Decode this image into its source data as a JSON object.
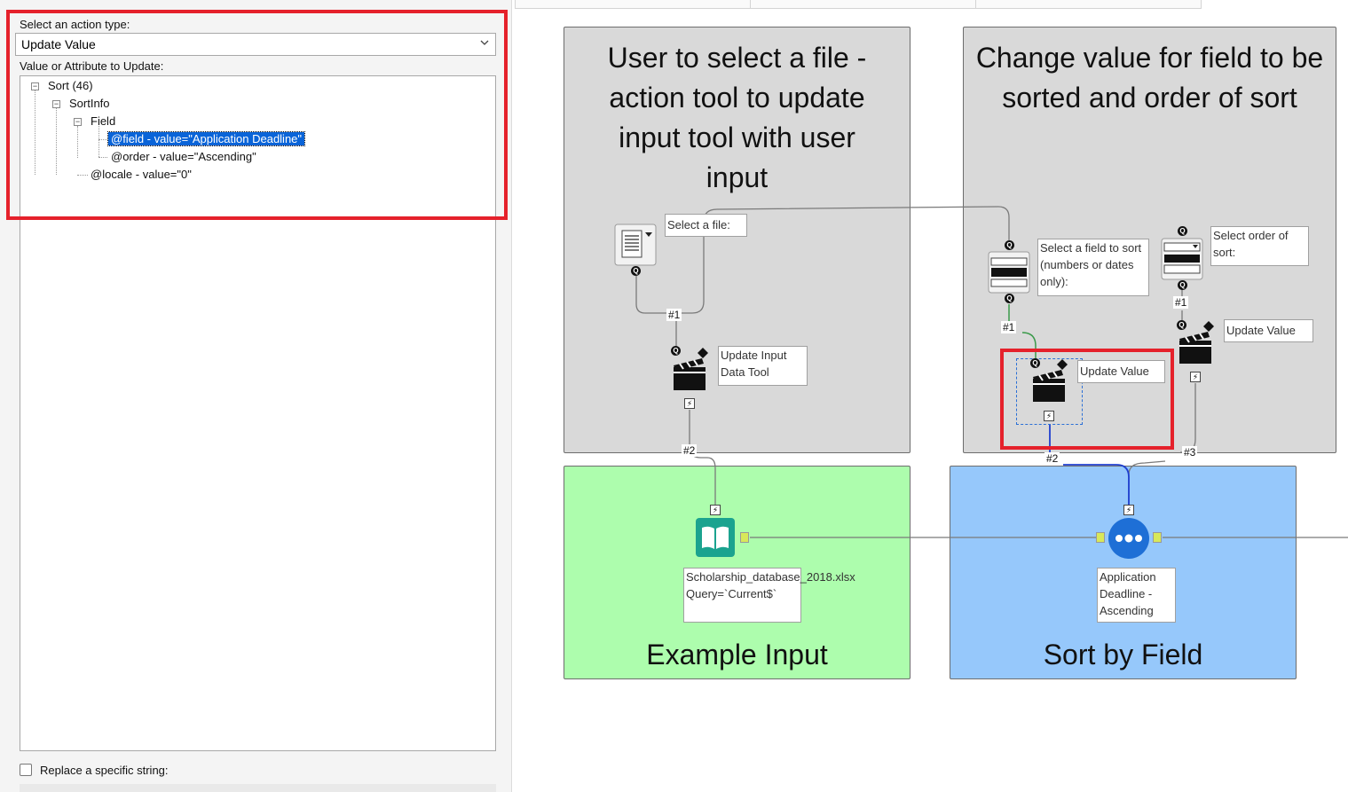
{
  "config": {
    "action_type_label": "Select an action type:",
    "action_type_value": "Update Value",
    "value_attr_label": "Value or Attribute to Update:",
    "tree": {
      "sort": "Sort (46)",
      "sortinfo": "SortInfo",
      "field": "Field",
      "field_attr": "@field - value=\"Application Deadline\"",
      "order_attr": "@order - value=\"Ascending\"",
      "locale_attr": "@locale - value=\"0\""
    },
    "replace_label": "Replace a specific string:"
  },
  "workflow": {
    "container_select_file": {
      "title": "User to select a file - action tool to update input tool with user input"
    },
    "container_change_value": {
      "title": "Change value for field to be sorted and order of sort"
    },
    "container_example_input": {
      "title": "Example Input"
    },
    "container_sort": {
      "title": "Sort by Field"
    },
    "annotations": {
      "select_file": "Select a file:",
      "update_input": "Update Input Data Tool",
      "select_field": "Select a field to sort (numbers or dates only):",
      "select_order": "Select order of sort:",
      "update_value_1": "Update Value",
      "update_value_2": "Update Value",
      "input_file": "Scholarship_database_2018.xlsx Query=`Current$`",
      "sort_desc": "Application Deadline - Ascending"
    },
    "connections": {
      "c1": "#1",
      "c2": "#1",
      "c3": "#1",
      "c4": "#2",
      "c5": "#2",
      "c6": "#3"
    }
  },
  "colors": {
    "container_gray": "#d9d9d9",
    "container_green": "#adfdad",
    "container_blue": "#96c8fb",
    "highlight_red": "#e5212b",
    "selection_blue": "#0a64d8",
    "input_tool_teal": "#1ba38f",
    "sort_tool_blue": "#1e6fd6"
  },
  "icons": {
    "file_browse": "file-browse-icon",
    "dropdown": "dropdown-icon",
    "action": "clapperboard-icon",
    "input": "book-icon",
    "sort": "sort-dots-icon"
  }
}
